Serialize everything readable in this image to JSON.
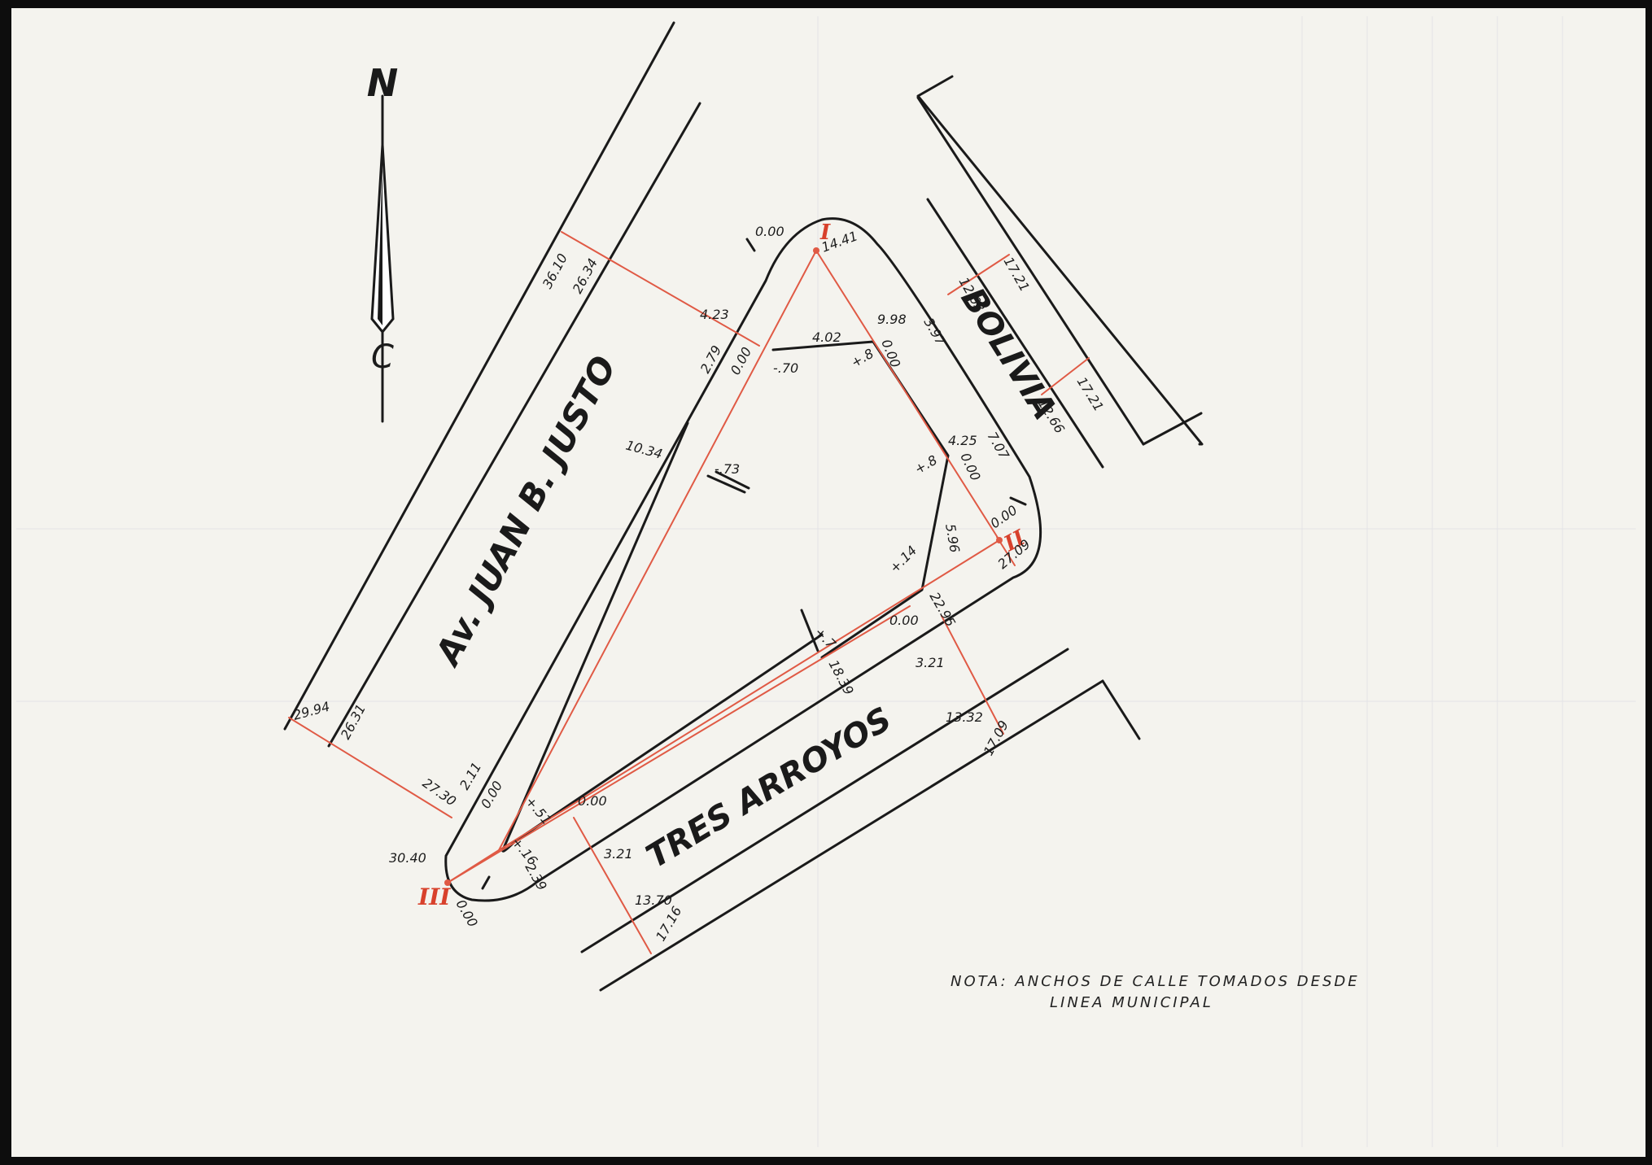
{
  "compass": {
    "north_letter": "N",
    "lower_mark": "C"
  },
  "streets": {
    "avenue": "Av. JUAN B. JUSTO",
    "bolivia": "BOLIVIA",
    "tres_arroyos": "TRES ARROYOS"
  },
  "vertices": {
    "v1": "I",
    "v2": "II",
    "v3": "III"
  },
  "labels": {
    "v1_zero": "0.00",
    "v1_mark": "14.41",
    "l_36_10": "36.10",
    "l_26_34": "26.34",
    "l_4_23": "4.23",
    "l_2_79": "2.79",
    "l_0_00_a": "0.00",
    "l_10_34": "10.34",
    "l_m_70": "-.70",
    "l_4_02": "4.02",
    "l_9_98": "9.98",
    "l_0_00_b": "0.00",
    "l_p8_a": "+.8",
    "l_3_97": "3.97",
    "l_12_63": "12.63",
    "l_17_21_top": "17.21",
    "l_17_21_right": "17.21",
    "l_12_66": "12.66",
    "l_4_25": "4.25",
    "l_7_07": "7.07",
    "l_p8_b": "+.8",
    "l_0_00_c": "0.00",
    "l_m_73": "-.73",
    "l_5_96": "5.96",
    "l_0_00_v2": "0.00",
    "l_27_09": "27.09",
    "l_p14": "+.14",
    "l_0_00_d": "0.00",
    "l_22_95": "22.95",
    "l_p7": "+.7",
    "l_18_39": "18.39",
    "l_3_21": "3.21",
    "l_13_32": "13.32",
    "l_17_09": "17.09",
    "l_29_94": "29.94",
    "l_26_31": "26.31",
    "l_27_30": "27.30",
    "l_2_11": "2.11",
    "l_0_00_e": "0.00",
    "l_p51": "+.51",
    "l_p16": "+.16",
    "l_2_39": "2.39",
    "l_0_00_f": "0.00",
    "l_3_21_b": "3.21",
    "l_13_70": "13.70",
    "l_17_16": "17.16",
    "l_30_40": "30.40",
    "l_0_00_v3": "0.00"
  },
  "note": {
    "line1": "NOTA: ANCHOS DE CALLE TOMADOS DESDE",
    "line2": "LINEA MUNICIPAL"
  },
  "colors": {
    "paper": "#f4f3ee",
    "ink": "#1a1a1a",
    "survey_red": "#e05a45"
  }
}
